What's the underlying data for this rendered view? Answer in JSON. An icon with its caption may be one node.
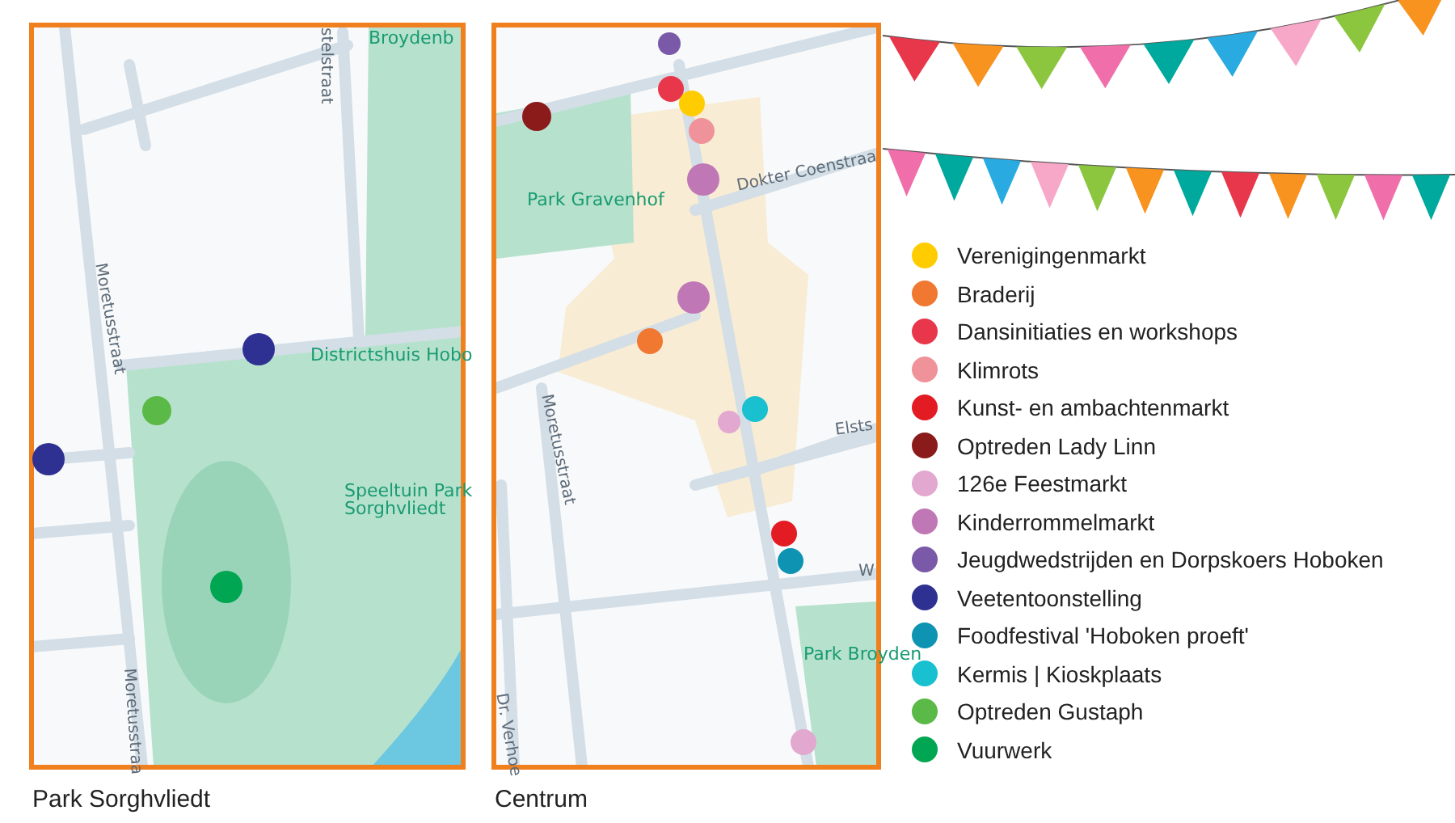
{
  "diagram": {
    "labels": [
      "stelstraat",
      "Broydenb",
      "Moretusstraat",
      "Districtshuis Hobo",
      "Speeltuin Park Sorghvliedt",
      "Moretusstraa",
      "Park Gravenhof",
      "Dokter Coenstraa",
      "Moretusstraat",
      "Elsts",
      "W",
      "Park Broyden",
      "Dr. Verhoe",
      "Park Sorghvliedt",
      "Centrum"
    ],
    "legend": [
      {
        "text": "Verenigingenmarkt",
        "color": "#ffcc00"
      },
      {
        "text": "Braderij",
        "color": "#f07830"
      },
      {
        "text": "Dansinitiaties en workshops",
        "color": "#e8374a"
      },
      {
        "text": "Klimrots",
        "color": "#f0929a"
      },
      {
        "text": "Kunst- en ambachtenmarkt",
        "color": "#e31b23"
      },
      {
        "text": "Optreden Lady Linn",
        "color": "#8b1a1a"
      },
      {
        "text": "126e Feestmarkt",
        "color": "#e2a8cf"
      },
      {
        "text": "Kinderrommelmarkt",
        "color": "#c077b5"
      },
      {
        "text": "Jeugdwedstrijden en Dorpskoers Hoboken",
        "color": "#7a5aa8"
      },
      {
        "text": "Veetentoonstelling",
        "color": "#2e3192"
      },
      {
        "text": "Foodfestival 'Hoboken proeft'",
        "color": "#0f93b3"
      },
      {
        "text": "Kermis | Kioskplaats",
        "color": "#19c0d0"
      },
      {
        "text": "Optreden Gustaph",
        "color": "#5bb947"
      },
      {
        "text": "Vuurwerk",
        "color": "#00a651"
      }
    ]
  }
}
